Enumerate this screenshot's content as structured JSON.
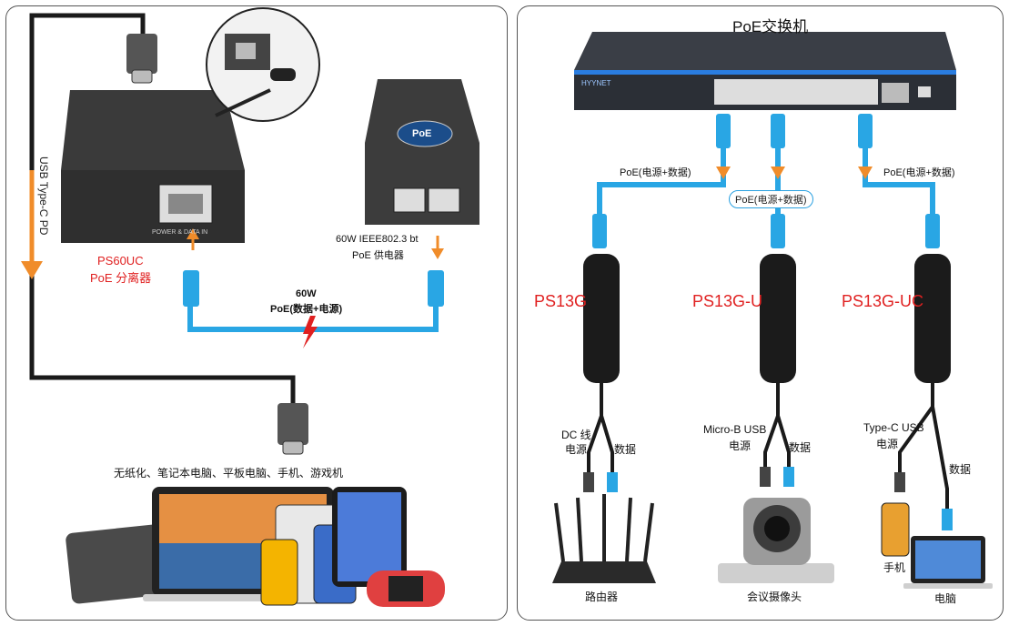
{
  "left": {
    "usb_label": "USB Type-C PD",
    "splitter_model": "PS60UC",
    "splitter_name": "PoE 分离器",
    "splitter_port": "POWER & DATA IN",
    "injector_line1": "60W IEEE802.3 bt",
    "injector_line2": "PoE 供电器",
    "injector_logo": "PoE",
    "link_power": "60W",
    "link_desc": "PoE(数据+电源)",
    "devices_caption": "无纸化、笔记本电脑、平板电脑、手机、游戏机"
  },
  "right": {
    "switch_title": "PoE交换机",
    "switch_brand": "HYYNET",
    "link_label_1": "PoE(电源+数据)",
    "link_label_2": "PoE(电源+数据)",
    "link_label_3": "PoE(电源+数据)",
    "model_1": "PS13G",
    "model_2": "PS13G-U",
    "model_3": "PS13G-UC",
    "out1_power_a": "DC 线",
    "out1_power_b": "电源",
    "out1_data": "数据",
    "out2_power_a": "Micro-B USB",
    "out2_power_b": "电源",
    "out2_data": "数据",
    "out3_power_a": "Type-C USB",
    "out3_power_b": "电源",
    "out3_data": "数据",
    "device_1": "路由器",
    "device_2": "会议摄像头",
    "device_3a": "手机",
    "device_3b": "电脑"
  },
  "colors": {
    "poe_cable": "#29a6e4",
    "arrow": "#f08c2a",
    "accent_red": "#e02020"
  }
}
